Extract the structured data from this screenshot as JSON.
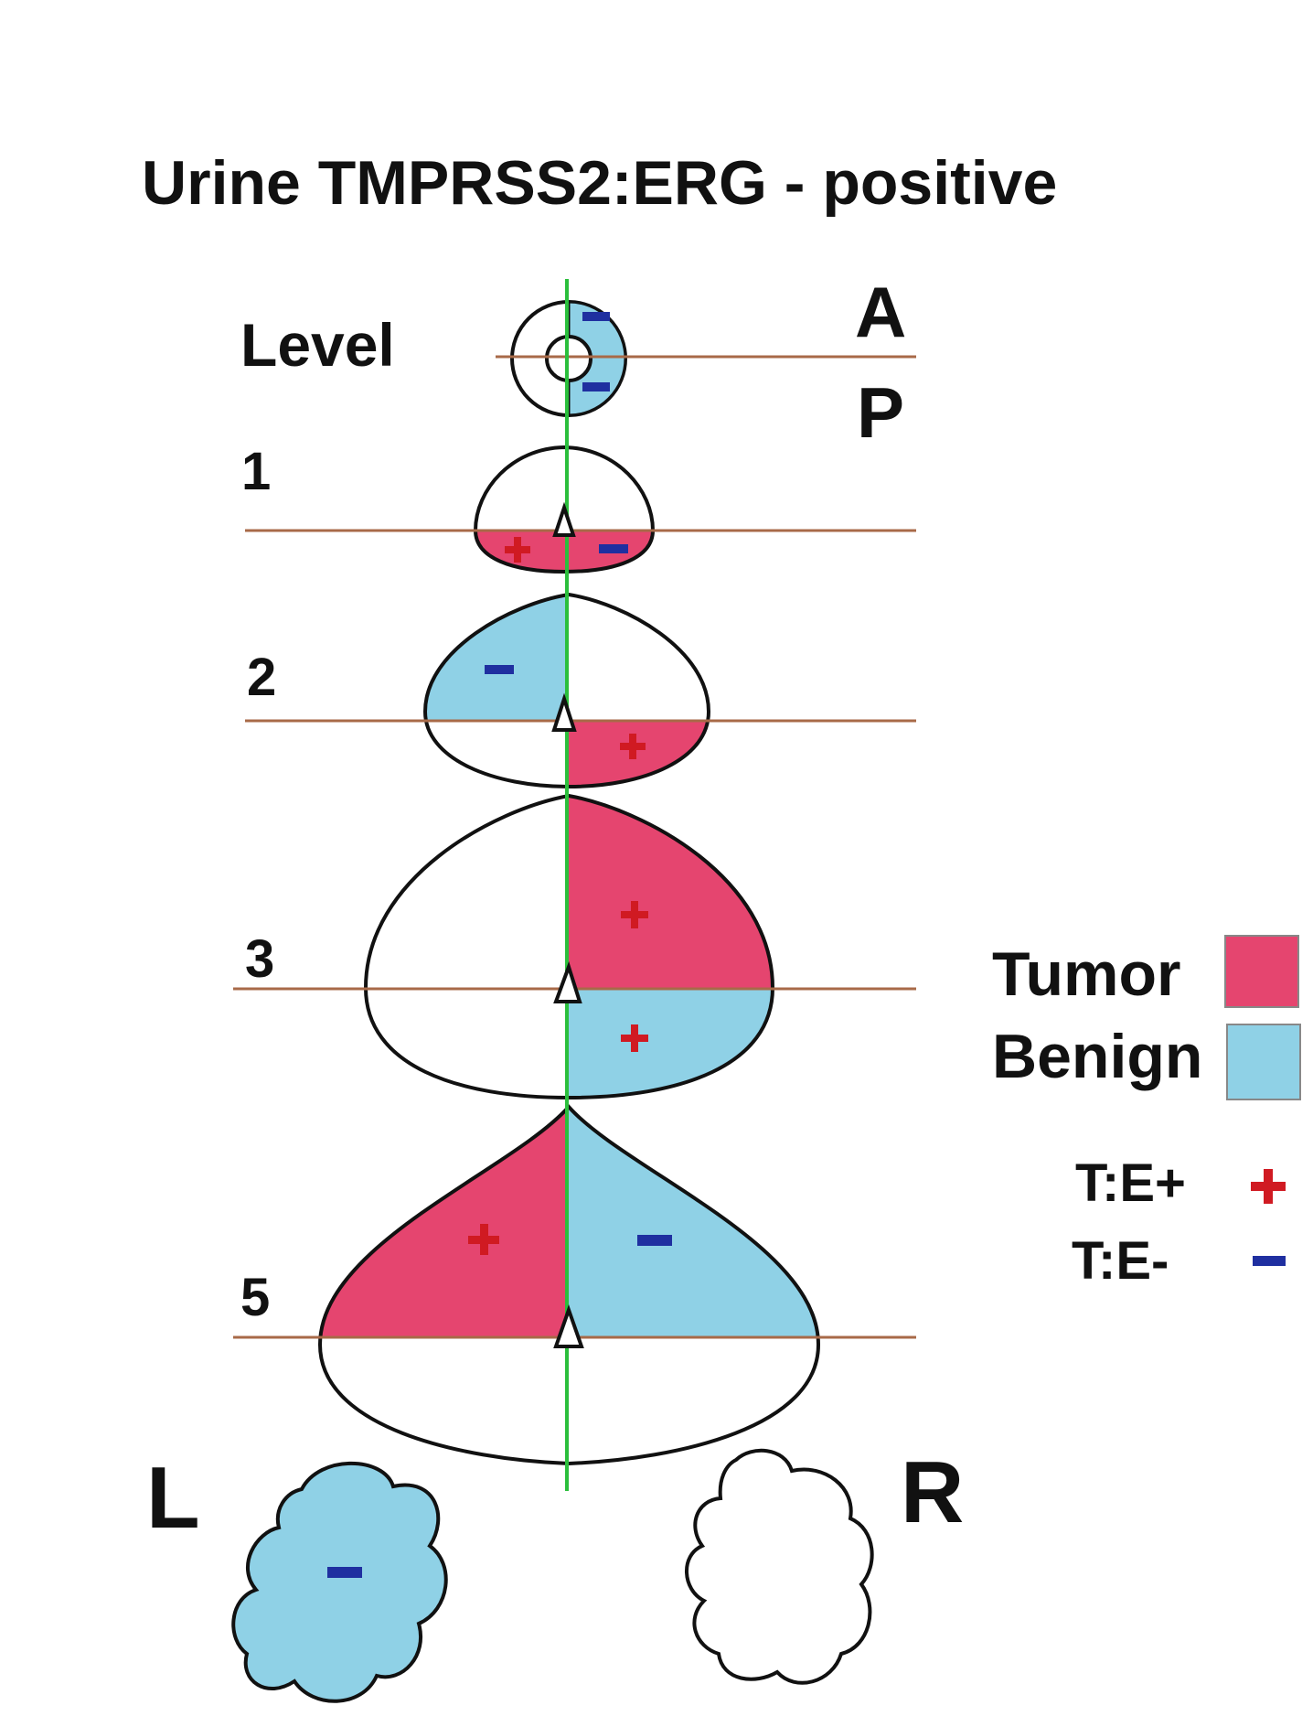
{
  "title": "Urine TMPRSS2:ERG - positive",
  "labels": {
    "level": "Level",
    "anterior": "A",
    "posterior": "P",
    "left": "L",
    "right": "R",
    "levels": [
      "1",
      "2",
      "3",
      "5"
    ]
  },
  "legend": {
    "tumor": "Tumor",
    "benign": "Benign",
    "te_pos": "T:E+",
    "te_neg": "T:E-",
    "tumor_color": "#e5456f",
    "benign_color": "#8fd1e6"
  },
  "colors": {
    "tumor": "#e5456f",
    "benign": "#8fd1e6",
    "plus": "#d01a22",
    "minus": "#1f2fa0",
    "midline": "#2bbf3c",
    "level_line": "#a86a48",
    "outline": "#111111"
  },
  "findings": {
    "urethra": [
      "Benign, T:E-",
      "Benign, T:E-"
    ],
    "level_1": [
      "Tumor, T:E+",
      "Tumor, T:E-"
    ],
    "level_2": [
      "Benign, T:E-",
      "Tumor, T:E+"
    ],
    "level_3": [
      "Tumor, T:E+",
      "Benign, T:E+"
    ],
    "level_5": [
      "Tumor, T:E+",
      "Benign, T:E-"
    ],
    "seminal_vesicles": [
      "Left: Benign, T:E-",
      "Right: unsampled"
    ]
  }
}
